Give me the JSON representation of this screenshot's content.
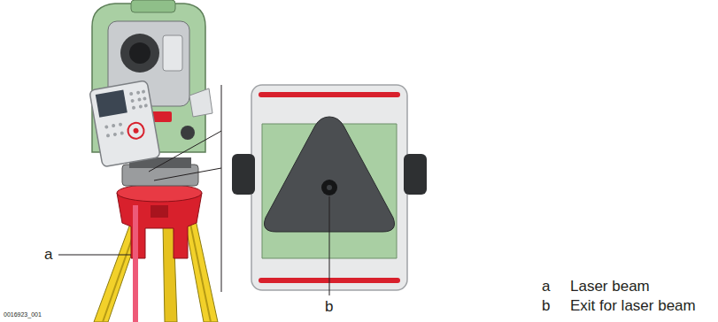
{
  "diagram": {
    "labels": [
      "a",
      "b",
      "a",
      "Laser beam",
      "b",
      "Exit for laser beam",
      "0016923_001"
    ]
  }
}
